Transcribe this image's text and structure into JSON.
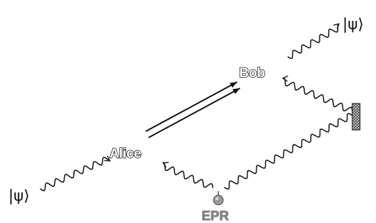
{
  "nodes": {
    "alice": "Alice",
    "bob": "Bob",
    "epr": "EPR"
  },
  "states": {
    "input": "|ψ⟩",
    "output": "|ψ⟩"
  },
  "colors": {
    "line": "#1a1a1a",
    "epr_source": "#9a9a9a",
    "mirror": "#9a9a9a"
  },
  "icons": {
    "source": "sphere-icon",
    "mirror": "hatched-mirror-icon"
  }
}
